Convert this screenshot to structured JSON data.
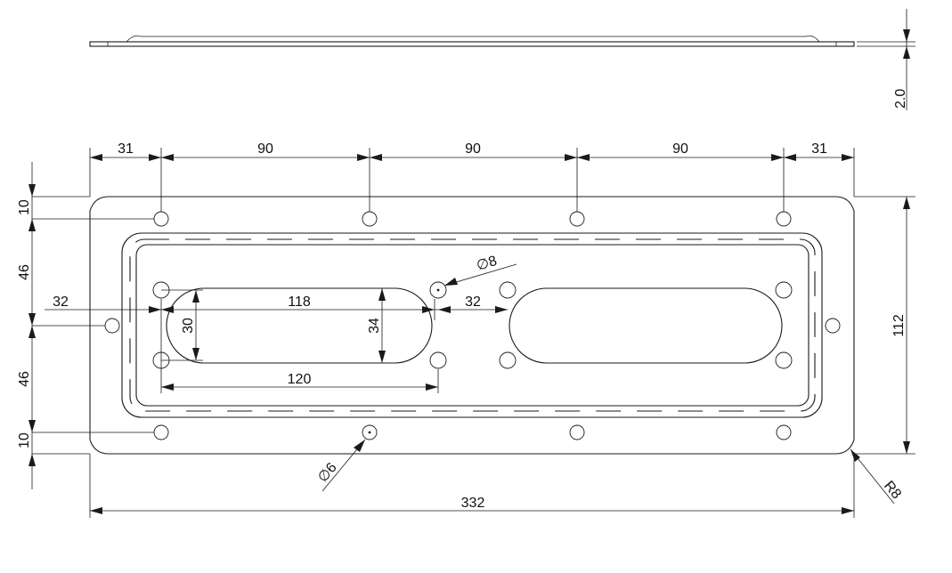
{
  "dimensions": {
    "thickness": "2.0",
    "top_31_left": "31",
    "top_90_a": "90",
    "top_90_b": "90",
    "top_90_c": "90",
    "top_31_right": "31",
    "left_10_top": "10",
    "left_46_top": "46",
    "left_46_bottom": "46",
    "left_10_bottom": "10",
    "left_32": "32",
    "slot_118": "118",
    "slot_30": "30",
    "slot_34": "34",
    "slot_120": "120",
    "gap_32": "32",
    "hole_d8": "∅8",
    "hole_d6": "∅6",
    "height_112": "112",
    "width_332": "332",
    "radius_r8": "R8"
  },
  "colors": {
    "line": "#1a1a1a",
    "background": "#ffffff"
  }
}
